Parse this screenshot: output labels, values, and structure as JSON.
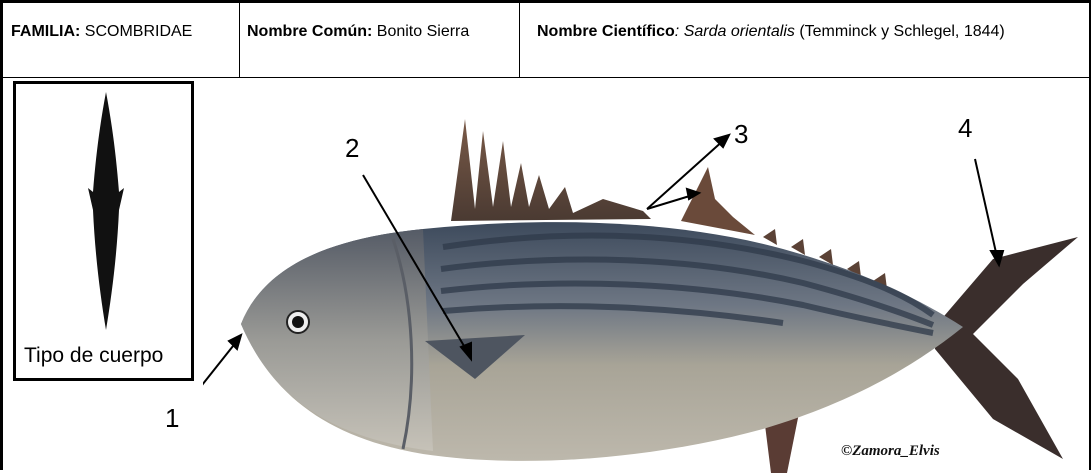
{
  "header": {
    "familia_label": "FAMILIA:",
    "familia_value": "SCOMBRIDAE",
    "comun_label": "Nombre Común:",
    "comun_value": "Bonito Sierra",
    "cientifico_label": "Nombre Científico",
    "cientifico_sep": ":",
    "cientifico_value": "Sarda orientalis",
    "autor": "(Temminck y Schlegel, 1844)"
  },
  "body_type": {
    "label": "Tipo de cuerpo",
    "icon": "fusiform-body-shape-icon"
  },
  "callouts": [
    "1",
    "2",
    "3",
    "4"
  ],
  "credit": "©Zamora_Elvis",
  "colors": {
    "border": "#000000",
    "fish_body": "#8e8a80",
    "stripes": "#3b4a5a",
    "fins": "#6b4a3a"
  }
}
